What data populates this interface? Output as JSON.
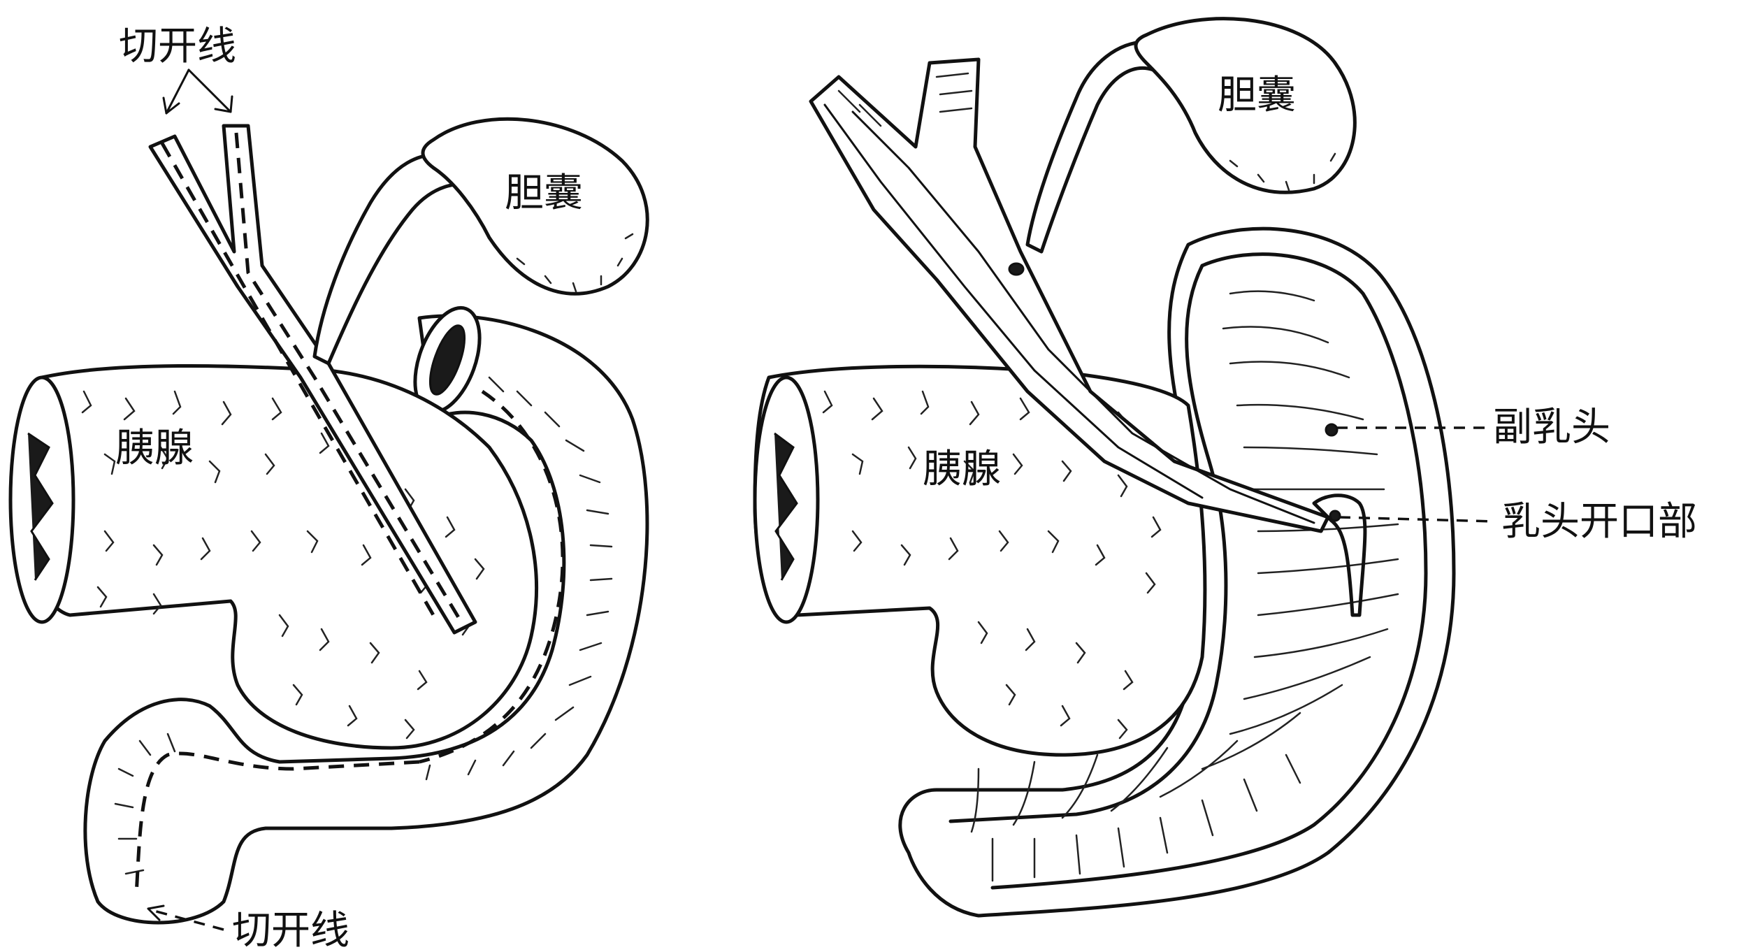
{
  "labels": {
    "left_cut_line_top": "切开线",
    "left_cut_line_bottom": "切开线",
    "left_gallbladder": "胆囊",
    "left_pancreas": "胰腺",
    "right_gallbladder": "胆囊",
    "right_pancreas": "胰腺",
    "right_minor_papilla": "副乳头",
    "right_papilla_opening": "乳头开口部"
  }
}
